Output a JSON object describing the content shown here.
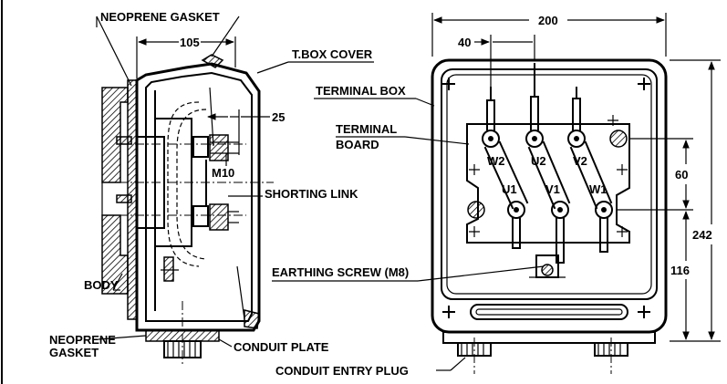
{
  "labels": {
    "neoprene_gasket_top": "NEOPRENE GASKET",
    "t_box_cover": "T.BOX COVER",
    "terminal_box": "TERMINAL BOX",
    "terminal_board_line1": "TERMINAL",
    "terminal_board_line2": "BOARD",
    "shorting_link": "SHORTING LINK",
    "body": "BODY",
    "neoprene_gasket_bottom_line1": "NEOPRENE",
    "neoprene_gasket_bottom_line2": "GASKET",
    "conduit_plate": "CONDUIT PLATE",
    "conduit_entry_plug": "CONDUIT ENTRY PLUG",
    "earthing_screw": "EARTHING SCREW (M8)",
    "m10": "M10"
  },
  "dimensions": {
    "d105": "105",
    "d25": "25",
    "d200": "200",
    "d40": "40",
    "d60": "60",
    "d242": "242",
    "d116": "116"
  },
  "terminals": {
    "top": [
      "W2",
      "U2",
      "V2"
    ],
    "bottom": [
      "U1",
      "V1",
      "W1"
    ]
  }
}
